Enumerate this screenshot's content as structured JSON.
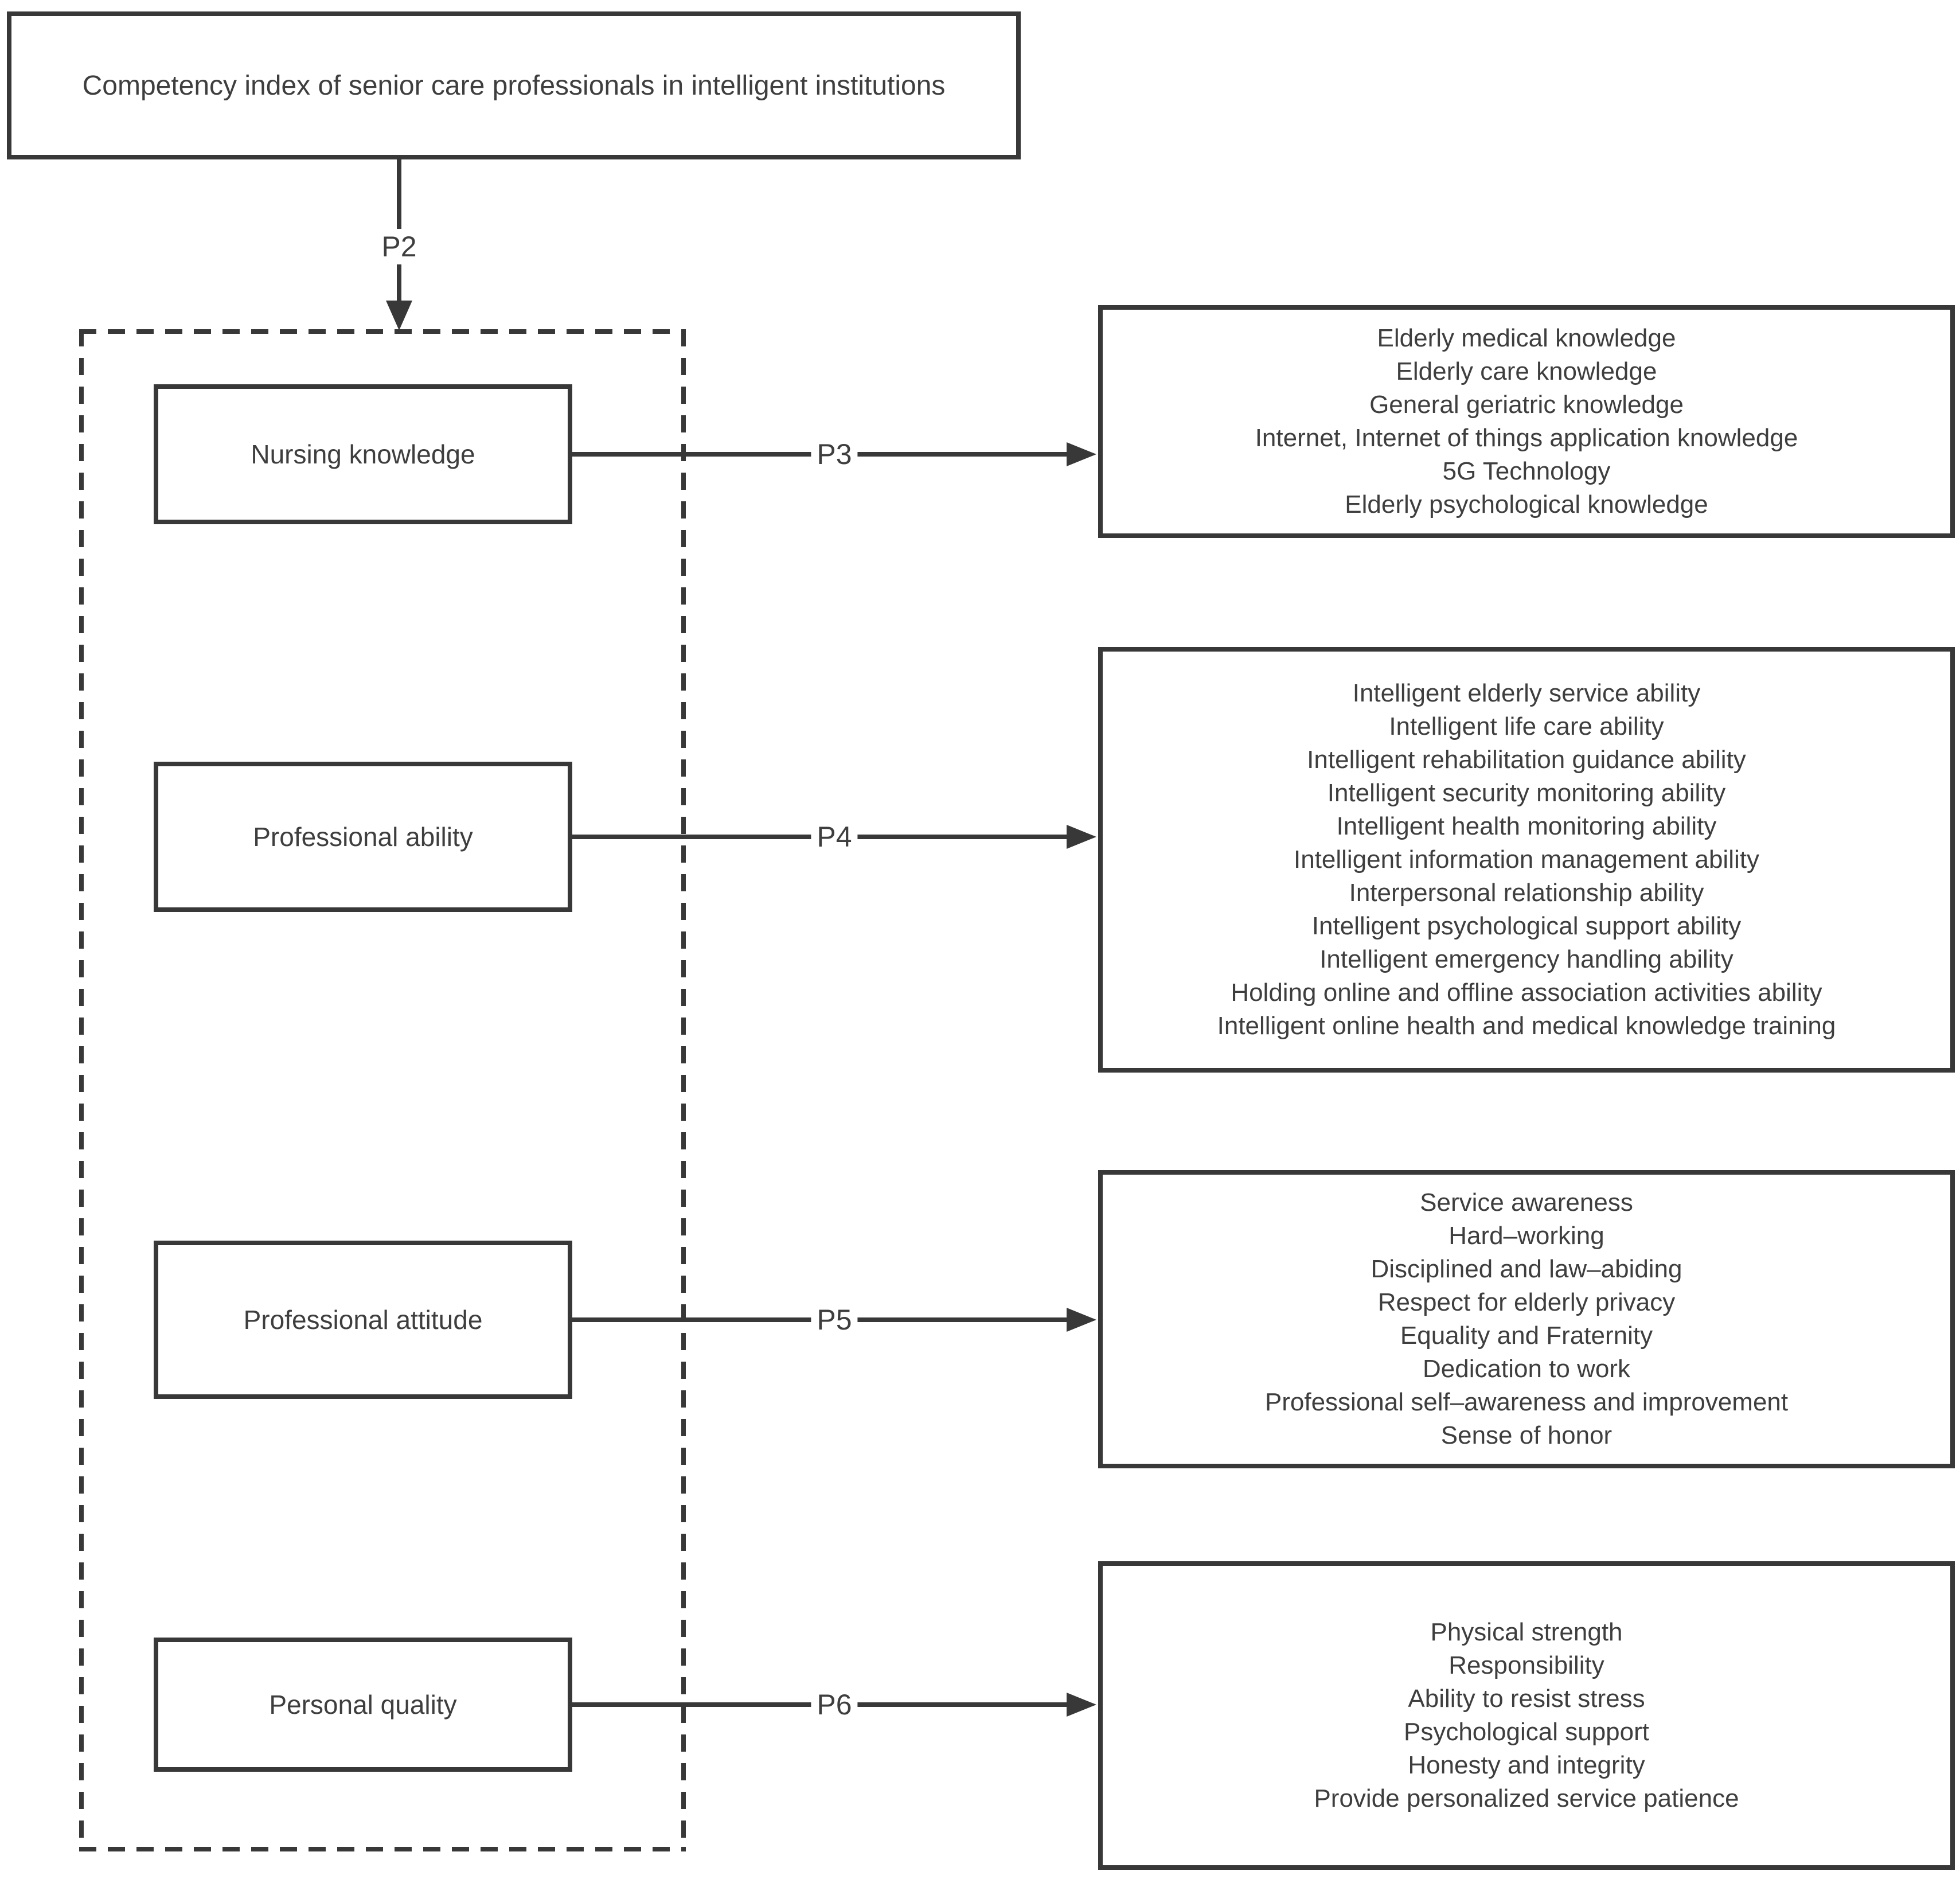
{
  "root": {
    "title": "Competency index of senior care professionals in intelligent institutions",
    "connector_label": "P2"
  },
  "groups": [
    {
      "label": "Nursing knowledge",
      "connector_label": "P3",
      "items": [
        "Elderly medical knowledge",
        "Elderly care knowledge",
        "General geriatric knowledge",
        "Internet, Internet of things application knowledge",
        "5G Technology",
        "Elderly psychological knowledge"
      ]
    },
    {
      "label": "Professional ability",
      "connector_label": "P4",
      "items": [
        "Intelligent elderly service ability",
        "Intelligent life care ability",
        "Intelligent rehabilitation guidance ability",
        "Intelligent security monitoring ability",
        "Intelligent health monitoring ability",
        "Intelligent information management ability",
        "Interpersonal relationship ability",
        "Intelligent psychological support ability",
        "Intelligent emergency handling ability",
        "Holding online and offline association activities ability",
        "Intelligent online health and medical knowledge training"
      ]
    },
    {
      "label": "Professional attitude",
      "connector_label": "P5",
      "items": [
        "Service awareness",
        "Hard–working",
        "Disciplined and law–abiding",
        "Respect for elderly privacy",
        "Equality and Fraternity",
        "Dedication to work",
        "Professional self–awareness and improvement",
        "Sense of honor"
      ]
    },
    {
      "label": "Personal quality",
      "connector_label": "P6",
      "items": [
        "Physical strength",
        "Responsibility",
        "Ability to resist stress",
        "Psychological support",
        "Honesty and integrity",
        "Provide personalized service patience"
      ]
    }
  ],
  "colors": {
    "line": "#383838",
    "text": "#3e3e3e",
    "background": "#ffffff"
  }
}
